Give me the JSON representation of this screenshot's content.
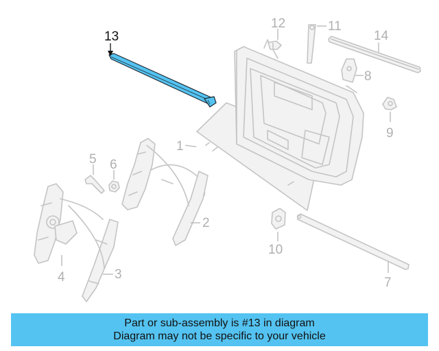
{
  "diagram": {
    "highlight_color": "#54c3f1",
    "highlight_part": "13",
    "callouts": {
      "p1": "1",
      "p2": "2",
      "p3": "3",
      "p4": "4",
      "p5": "5",
      "p6": "6",
      "p7": "7",
      "p8": "8",
      "p9": "9",
      "p10": "10",
      "p11": "11",
      "p12": "12",
      "p13": "13",
      "p14": "14"
    }
  },
  "banner": {
    "line1": "Part or sub-assembly is #13 in diagram",
    "line2": "Diagram may not be specific to your vehicle",
    "background": "#54c3f1"
  }
}
